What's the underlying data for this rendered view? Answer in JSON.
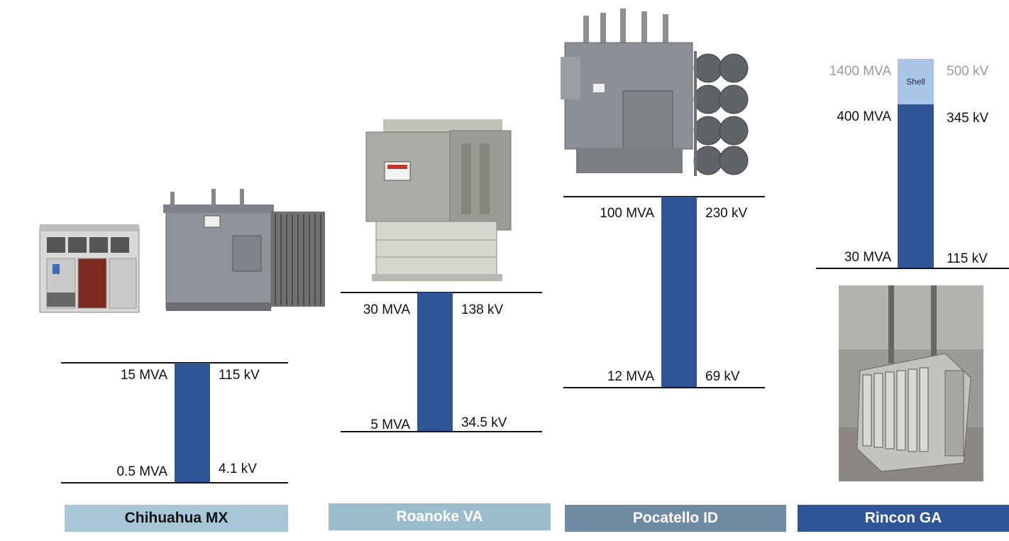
{
  "sites": [
    {
      "name": "Chihuahua MX",
      "color": "#a7c6d7",
      "rating_top": {
        "power": "15 MVA",
        "voltage": "115 kV"
      },
      "rating_bottom": {
        "power": "0.5 MVA",
        "voltage": "4.1 kV"
      }
    },
    {
      "name": "Roanoke VA",
      "color": "#9bbccd",
      "rating_top": {
        "power": "30 MVA",
        "voltage": "138 kV"
      },
      "rating_bottom": {
        "power": "5 MVA",
        "voltage": "34.5 kV"
      }
    },
    {
      "name": "Pocatello ID",
      "color": "#6f8aa3",
      "rating_top": {
        "power": "100 MVA",
        "voltage": "230 kV"
      },
      "rating_bottom": {
        "power": "12 MVA",
        "voltage": "69 kV"
      }
    },
    {
      "name": "Rincon GA",
      "color": "#2f5597",
      "shell": {
        "label": "Shell",
        "power": "1400 MVA",
        "voltage": "500 kV"
      },
      "rating_top": {
        "power": "400 MVA",
        "voltage": "345 kV"
      },
      "rating_bottom": {
        "power": "30 MVA",
        "voltage": "115 kV"
      }
    }
  ],
  "colors": {
    "bar": "#2f5597",
    "shell_bar": "#a9c6e8",
    "line": "#111111"
  },
  "icons": [
    "dry-type-transformer-icon",
    "power-transformer-icon",
    "substation-transformer-icon",
    "large-power-transformer-icon",
    "shell-form-transformer-photo"
  ]
}
